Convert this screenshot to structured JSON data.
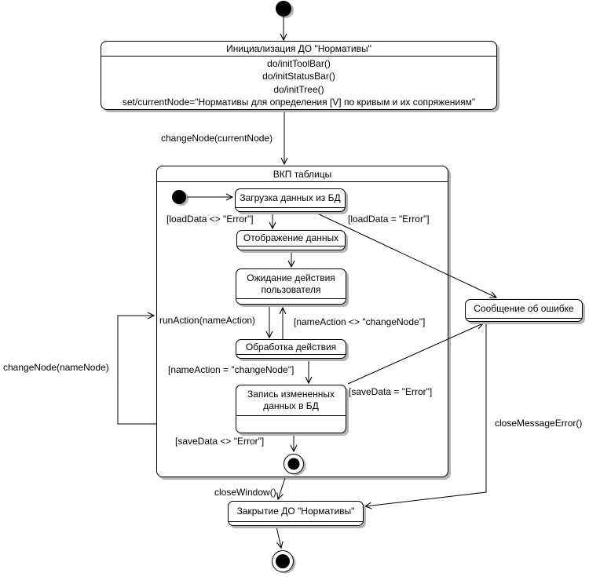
{
  "init_state": {
    "title": "Инициализация ДО \"Нормативы\"",
    "actions": [
      "do/initToolBar()",
      "do/initStatusBar()",
      "do/initTree()",
      "set/currentNode=\"Нормативы для определения [V] по кривым и их сопряжениям\""
    ]
  },
  "composite": {
    "title": "ВКП таблицы"
  },
  "states": {
    "load": "Загрузка данных из БД",
    "display": "Отображение данных",
    "wait": "Ожидание действия пользователя",
    "process": "Обработка действия",
    "save": "Запись измененных данных в БД",
    "error_message": "Сообщение об ошибке",
    "close": "Закрытие ДО \"Нормативы\""
  },
  "transitions": {
    "change_node_current": "changeNode(currentNode)",
    "load_ok": "[loadData <> \"Error\"]",
    "load_err": "[loadData = \"Error\"]",
    "run_action": "runAction(nameAction)",
    "name_action_neq": "[nameAction <> \"changeNode\"]",
    "name_action_eq": "[nameAction = \"changeNode\"]",
    "save_err": "[saveData = \"Error\"]",
    "save_ok": "[saveData <> \"Error\"]",
    "change_node_name": "changeNode(nameNode)",
    "close_window": "closeWindow()",
    "close_message_error": "closeMessageError()"
  }
}
